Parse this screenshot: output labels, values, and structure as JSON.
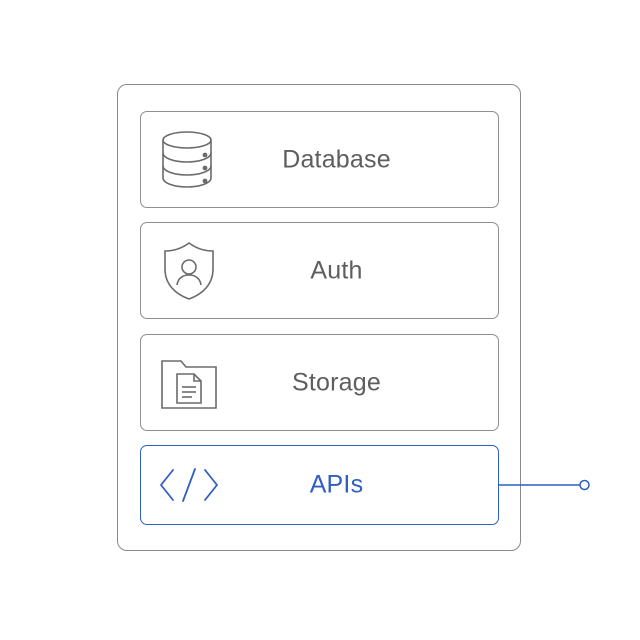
{
  "diagram": {
    "items": [
      {
        "label": "Database",
        "icon": "database-icon"
      },
      {
        "label": "Auth",
        "icon": "shield-user-icon"
      },
      {
        "label": "Storage",
        "icon": "folder-document-icon"
      },
      {
        "label": "APIs",
        "icon": "code-icon",
        "highlighted": true
      }
    ],
    "colors": {
      "border": "#8f8f8f",
      "text": "#5e5e5e",
      "accent": "#2f5fc0"
    }
  }
}
